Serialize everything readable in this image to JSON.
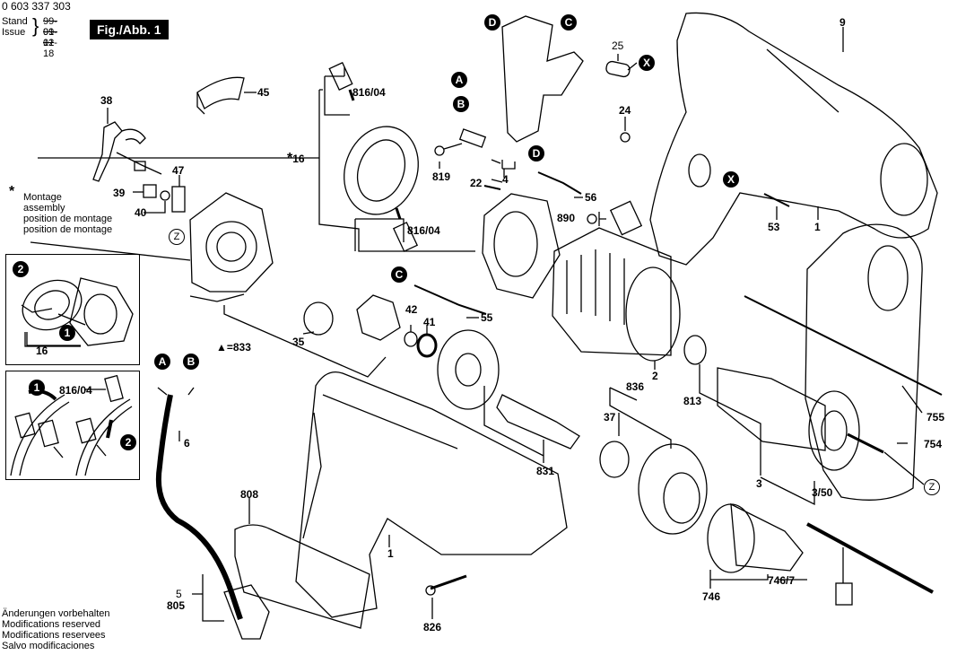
{
  "header": {
    "part_number": "0 603 337 303",
    "stand_label": "Stand",
    "issue_label": "Issue",
    "stand_date": "99-01-12",
    "issue_date": "99-01-18",
    "figure_label": "Fig./Abb. 1"
  },
  "assembly_note": {
    "symbol": "*",
    "lines": [
      "Montage",
      "assembly",
      "position de montage",
      "position de montage"
    ]
  },
  "footer": {
    "lines": [
      "Änderungen vorbehalten",
      "Modifications reserved",
      "Modifications reservees",
      "Salvo modificaciones"
    ]
  },
  "callouts": {
    "A": "A",
    "B": "B",
    "C": "C",
    "D": "D",
    "X": "X",
    "Z": "Z",
    "step1": "1",
    "step2": "2"
  },
  "parts": {
    "p1": "1",
    "p2": "2",
    "p3": "3",
    "p3_50": "3/50",
    "p4": "4",
    "p5": "5",
    "p6": "6",
    "p9": "9",
    "p16": "16",
    "p16_star": "16",
    "p22": "22",
    "p24": "24",
    "p25": "25",
    "p35": "35",
    "p37": "37",
    "p38": "38",
    "p39": "39",
    "p40": "40",
    "p41": "41",
    "p42": "42",
    "p45": "45",
    "p47": "47",
    "p53": "53",
    "p55": "55",
    "p56": "56",
    "p746": "746",
    "p746_7": "746/7",
    "p754": "754",
    "p755": "755",
    "p805": "805",
    "p808": "808",
    "p813": "813",
    "p816_04": "816/04",
    "p819": "819",
    "p826": "826",
    "p831": "831",
    "p833": "▲=833",
    "p836": "836",
    "p890": "890"
  }
}
